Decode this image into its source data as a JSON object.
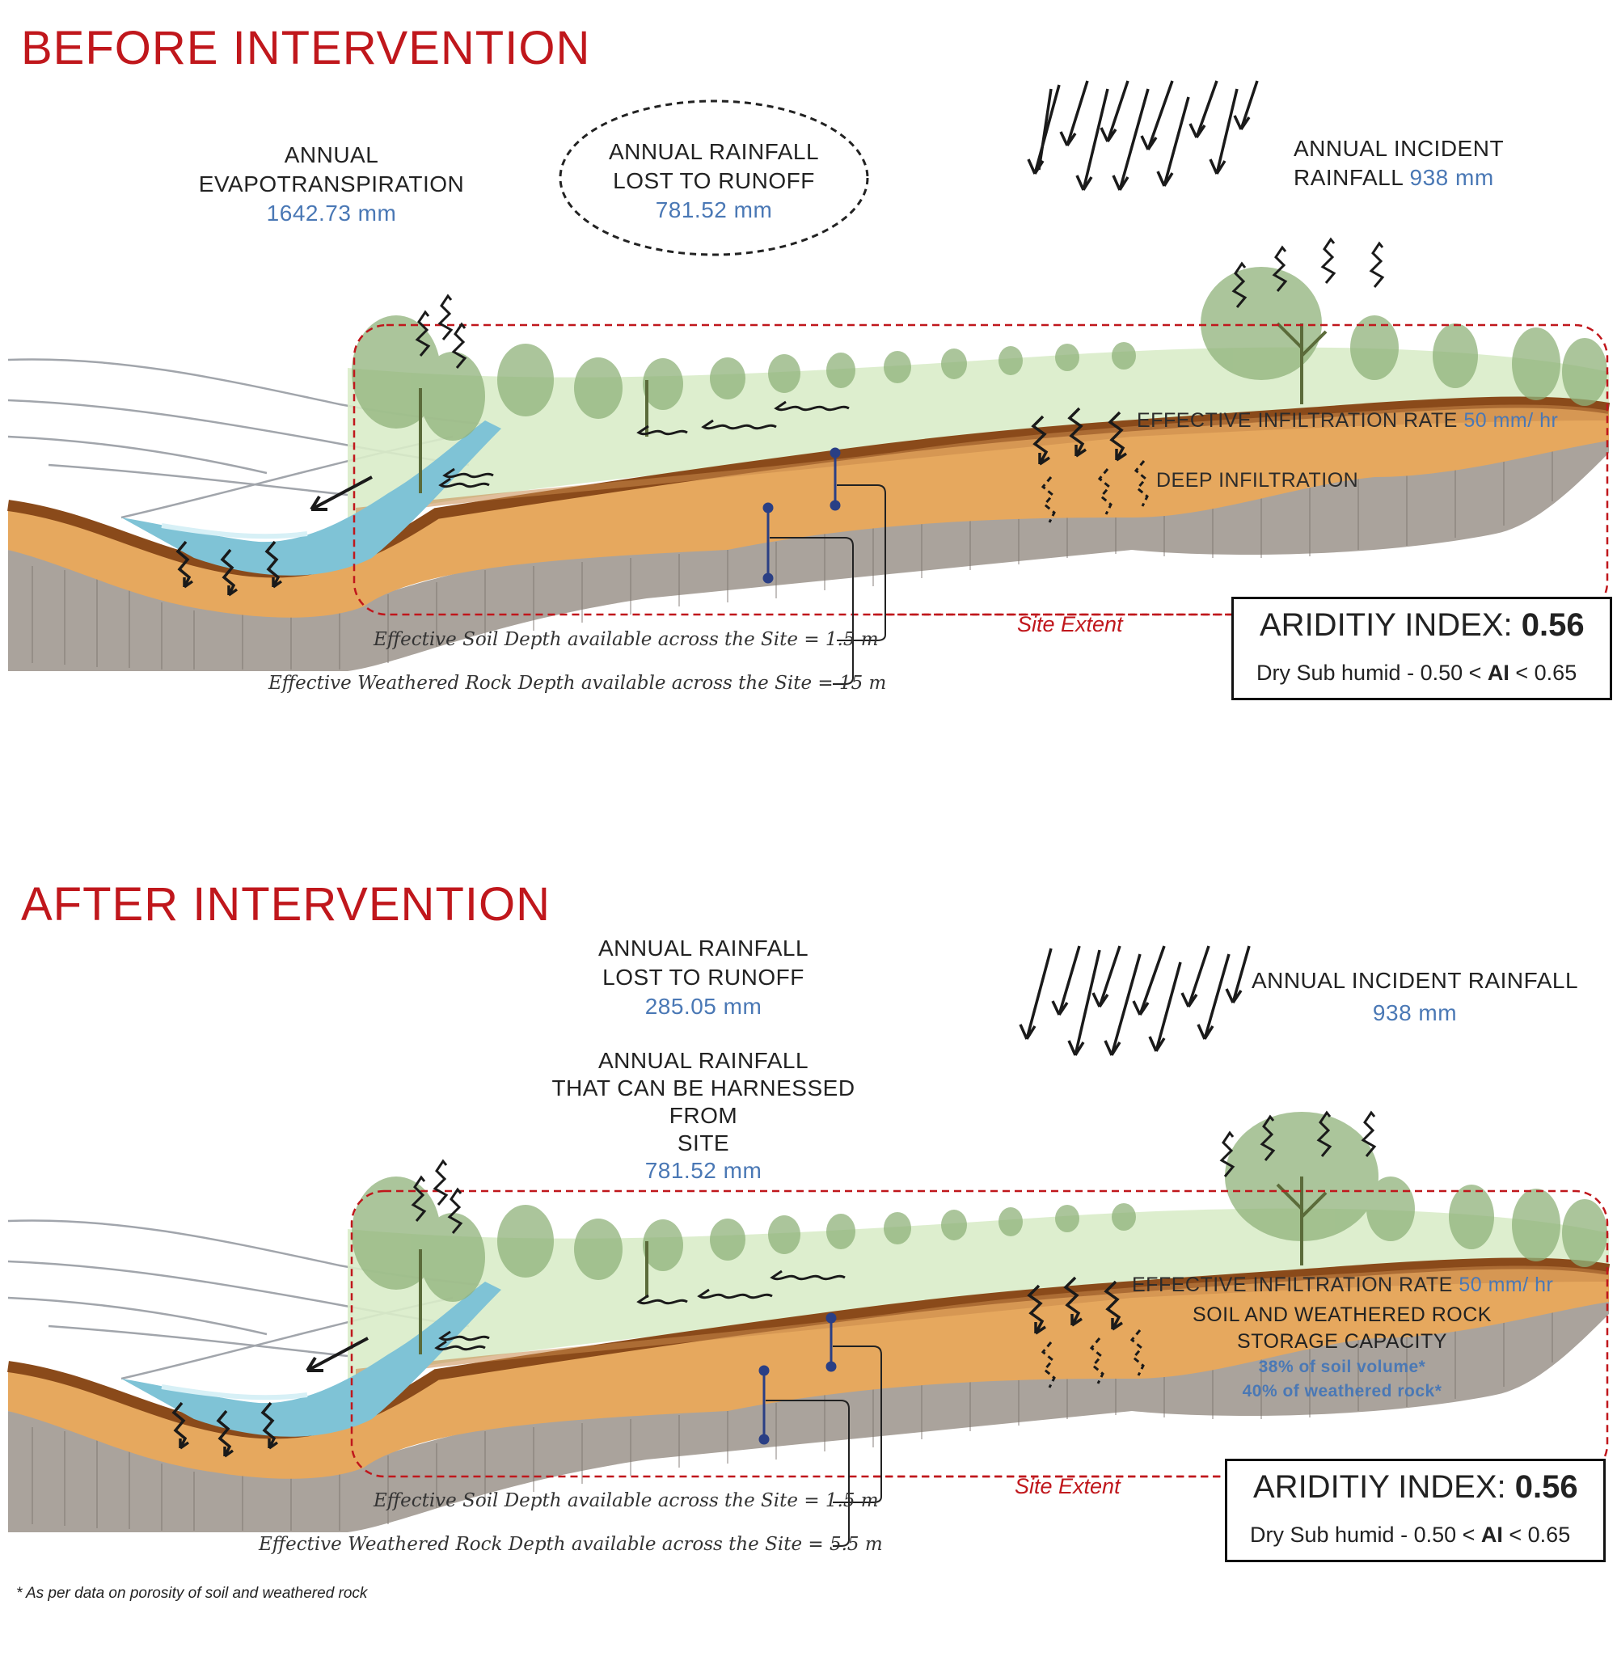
{
  "before": {
    "heading": "BEFORE INTERVENTION",
    "evapotranspiration": {
      "label_1": "ANNUAL",
      "label_2": "EVAPOTRANSPIRATION",
      "value": "1642.73 mm"
    },
    "runoff": {
      "label_1": "ANNUAL RAINFALL",
      "label_2": "LOST TO RUNOFF",
      "value": "781.52 mm"
    },
    "incident_rainfall": {
      "label_1": "ANNUAL INCIDENT",
      "label_2": "RAINFALL",
      "value": "938 mm"
    },
    "infiltration": {
      "label": "EFFECTIVE  INFILTRATION  RATE",
      "value": "50 mm/ hr"
    },
    "deep_infiltration": "DEEP INFILTRATION",
    "site_extent": "Site Extent",
    "soil_depth": "Effective Soil Depth available across the Site = 1.5 m",
    "rock_depth": "Effective Weathered Rock Depth available across the Site = 15 m",
    "aridity": {
      "title": "ARIDITIY INDEX:",
      "value": "0.56",
      "range_prefix": "Dry Sub humid - 0.50 < ",
      "range_ai": "AI",
      "range_suffix": " < 0.65"
    }
  },
  "after": {
    "heading": "AFTER INTERVENTION",
    "runoff": {
      "label_1": "ANNUAL RAINFALL",
      "label_2": "LOST TO RUNOFF",
      "value": "285.05 mm"
    },
    "harnessed": {
      "label_1": "ANNUAL RAINFALL",
      "label_2": "THAT CAN BE HARNESSED FROM",
      "label_3": "SITE",
      "value": "781.52 mm"
    },
    "incident_rainfall": {
      "label": "ANNUAL INCIDENT RAINFALL",
      "value": "938 mm"
    },
    "infiltration": {
      "label": "EFFECTIVE  INFILTRATION  RATE",
      "value": "50 mm/ hr"
    },
    "storage": {
      "label_1": "SOIL AND WEATHERED ROCK",
      "label_2": "STORAGE CAPACITY",
      "value_1": "38% of soil volume*",
      "value_2": "40% of weathered rock*"
    },
    "site_extent": "Site Extent",
    "soil_depth": "Effective Soil Depth available across the Site = 1.5 m",
    "rock_depth": "Effective Weathered Rock Depth available across the Site = 5.5 m",
    "aridity": {
      "title": "ARIDITIY INDEX:",
      "value": "0.56",
      "range_prefix": "Dry Sub humid - 0.50 < ",
      "range_ai": "AI",
      "range_suffix": " < 0.65"
    }
  },
  "footnote": "* As per data on porosity of soil and weathered rock",
  "colors": {
    "heading": "#c0171c",
    "value": "#4a78b5",
    "site_extent": "#c0171c",
    "soil": "#e6a85e",
    "topsoil": "#8a4a1a",
    "rock": "#aaa39c",
    "water": "#7fc3d6",
    "vegetation": "#8fb27a"
  },
  "icons": [
    "rain-arrows-icon",
    "evaporation-squiggle-icon",
    "runoff-arrow-icon",
    "infiltration-arrow-icon",
    "tree-icon"
  ]
}
